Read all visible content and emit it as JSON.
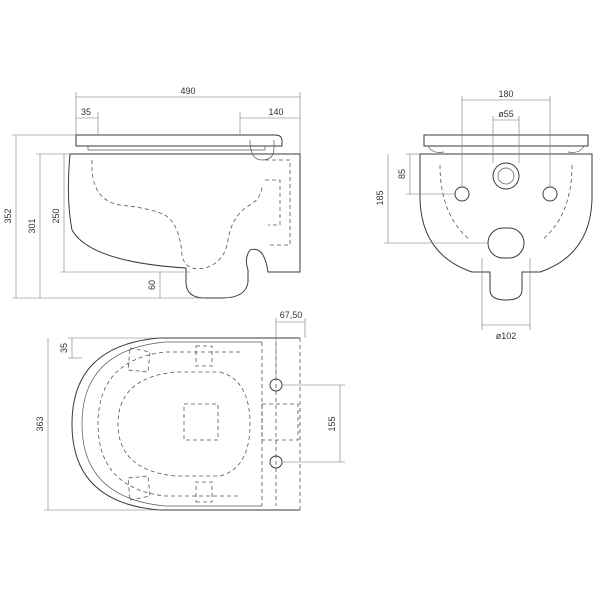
{
  "side_view": {
    "dim_total_depth": "490",
    "dim_left_offset": "35",
    "dim_right_offset": "140",
    "dim_total_height": "352",
    "dim_bowl_height": "301",
    "dim_outlet_height": "250",
    "dim_outlet_bottom": "60"
  },
  "rear_view": {
    "dim_fixing_spacing": "180",
    "dim_inlet_diameter": "ø55",
    "dim_inlet_height": "85",
    "dim_outlet_center": "185",
    "dim_outlet_diameter": "ø102"
  },
  "top_view": {
    "dim_rear_offset": "67,50",
    "dim_front_offset": "35",
    "dim_overall_length": "363",
    "dim_fixing_vertical": "155"
  }
}
